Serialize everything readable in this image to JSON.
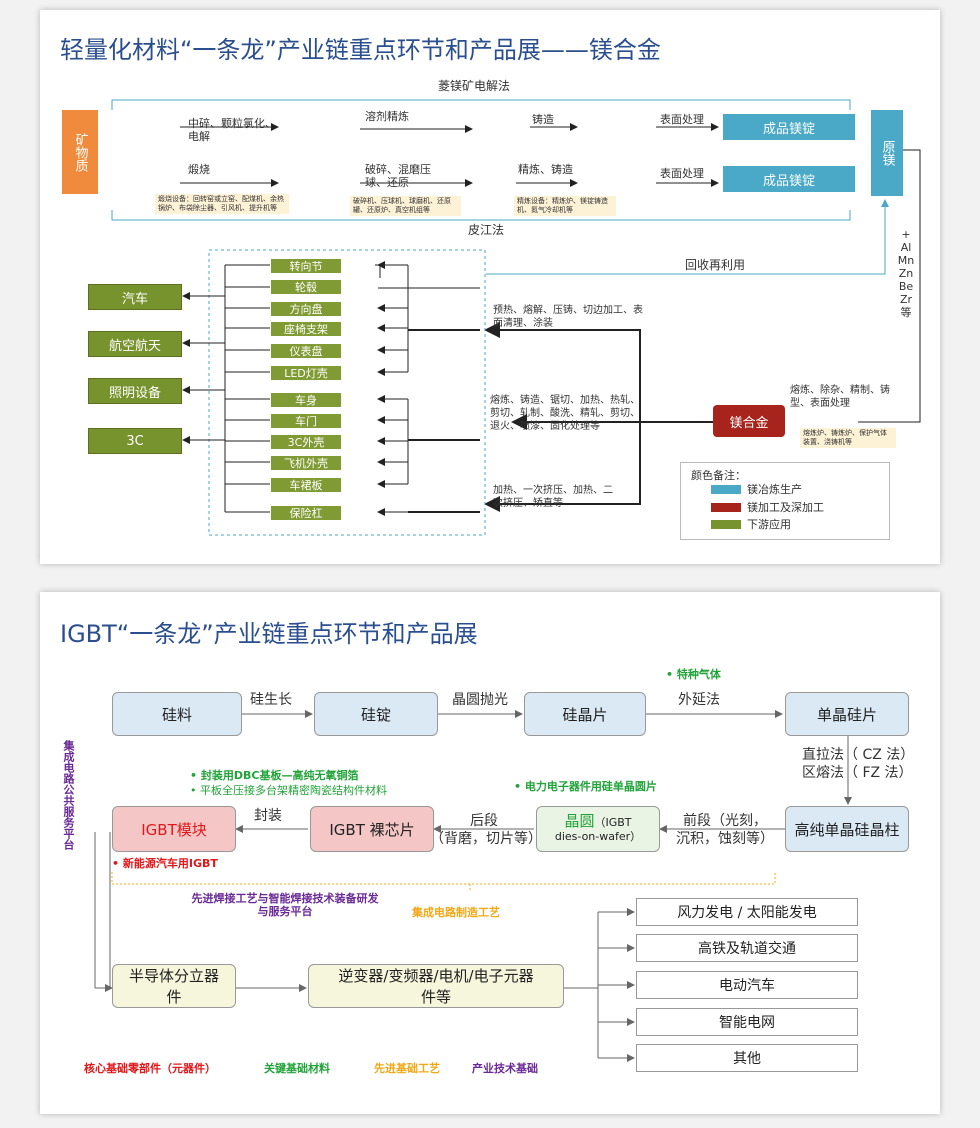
{
  "mg": {
    "title": "轻量化材料“一条龙”产业链重点环节和产品展——镁合金",
    "top_method": "菱镁矿电解法",
    "bottom_method": "皮江法",
    "ore": "矿物质",
    "raw_mg": "原镁",
    "row1": [
      "中碎、颗粒氯化、电解",
      "溶剂精炼",
      "铸造",
      "表面处理"
    ],
    "row2": [
      "煅烧",
      "破碎、混磨压球、还原",
      "精炼、铸造",
      "表面处理"
    ],
    "ingot1": "成品镁锭",
    "ingot2": "成品镁锭",
    "note1": "煅烧设备：回转窑或立窑、配煤机、余热锅炉、布袋除尘器、引风机、提升机等",
    "note2": "破碎机、压球机、球磨机、还原罐、还原炉、真空机组等",
    "note3": "精炼设备：精炼炉、镁锭铸造机、氮气冷却机等",
    "recycle": "回收再利用",
    "elements": [
      "+",
      "Al",
      "Mn",
      "Zn",
      "Be",
      "Zr",
      "等"
    ],
    "parts": [
      "转向节",
      "轮毂",
      "方向盘",
      "座椅支架",
      "仪表盘",
      "LED灯壳",
      "车身",
      "车门",
      "3C外壳",
      "飞机外壳",
      "车裙板",
      "保险杠"
    ],
    "apps": [
      "汽车",
      "航空航天",
      "照明设备",
      "3C"
    ],
    "proc1": "预热、熔解、压铸、切边加工、表面清理、涂装",
    "proc2": "熔炼、铸造、锯切、加热、热轧、剪切、轧制、酸洗、精轧、剪切、退火、喷漆、固化处理等",
    "proc3": "加热、一次挤压、加热、二次挤压、矫直等",
    "alloy": "镁合金",
    "alloy_proc": "熔炼、除杂、精制、铸型、表面处理",
    "note4": "熔炼炉、铸炼炉、保护气体装置、浇铸机等",
    "legend_title": "颜色备注：",
    "legend": [
      "镁冶炼生产",
      "镁加工及深加工",
      "下游应用"
    ],
    "colors": {
      "blue": "#4aa9c6",
      "red": "#a7241d",
      "olive": "#77932d",
      "orange": "#f08a3c"
    }
  },
  "igbt": {
    "title": "IGBT“一条龙”产业链重点环节和产品展",
    "chain1": [
      "硅料",
      "硅锭",
      "硅晶片",
      "单晶硅片"
    ],
    "chain1_labels": [
      "硅生长",
      "晶圆抛光",
      "外延法"
    ],
    "special_gas": "• 特种气体",
    "czfz": [
      "直拉法（ CZ 法）",
      "区熔法（ FZ 法）"
    ],
    "chain2": [
      "高纯单晶硅晶柱",
      "IGBT 裸芯片",
      "IGBT模块"
    ],
    "wafer": {
      "main": "晶圆",
      "sub1": "（IGBT",
      "sub2": "dies-on-wafer）"
    },
    "front": [
      "前段（光刻，",
      "沉积，蚀刻等）"
    ],
    "back": [
      "后段",
      "（背磨，切片等）"
    ],
    "package": "封装",
    "notes_green": [
      "• 封装用DBC基板—高纯无氧铜箔",
      "• 平板全压接多台架精密陶瓷结构件材料",
      "• 电力电子器件用硅单晶圆片"
    ],
    "ev": "• 新能源汽车用IGBT",
    "platform_v": "集成电路公共服务平台",
    "platform_purple": "先进焊接工艺与智能焊接技术装备研发与服务平台",
    "process_orange": "集成电路制造工艺",
    "discrete": "半导体分立器件",
    "inverter": "逆变器/变频器/电机/电子元器件等",
    "apps": [
      "风力发电 / 太阳能发电",
      "高铁及轨道交通",
      "电动汽车",
      "智能电网",
      "其他"
    ],
    "footer": [
      "核心基础零部件（元器件）",
      "关键基础材料",
      "先进基础工艺",
      "产业技术基础"
    ],
    "footer_colors": [
      "#e0181b",
      "#22a33a",
      "#f0a818",
      "#6a2a96"
    ]
  }
}
